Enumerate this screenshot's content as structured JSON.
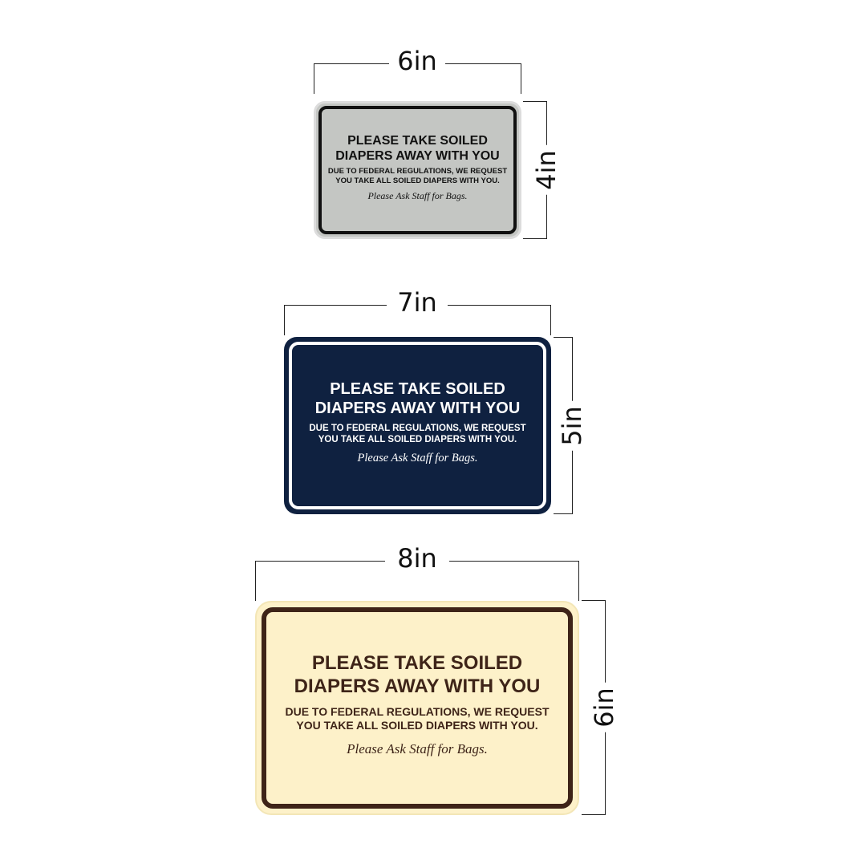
{
  "colors": {
    "background": "#ffffff",
    "dimension_line": "#222222",
    "sign_silver_bg": "#c4c6c3",
    "sign_silver_border": "#111111",
    "sign_silver_text": "#111111",
    "sign_navy_bg": "#0f2140",
    "sign_navy_border": "#ffffff",
    "sign_navy_text": "#ffffff",
    "sign_ivory_bg": "#fdf1c9",
    "sign_ivory_border": "#3e2418",
    "sign_ivory_text": "#3e2418"
  },
  "signs": [
    {
      "width_label": "6in",
      "height_label": "4in",
      "title_line1": "PLEASE TAKE SOILED",
      "title_line2": "DIAPERS AWAY WITH YOU",
      "body_line1": "DUE TO FEDERAL REGULATIONS, WE REQUEST",
      "body_line2": "YOU TAKE ALL SOILED DIAPERS WITH YOU.",
      "note": "Please Ask Staff for Bags."
    },
    {
      "width_label": "7in",
      "height_label": "5in",
      "title_line1": "PLEASE TAKE SOILED",
      "title_line2": "DIAPERS AWAY WITH YOU",
      "body_line1": "DUE TO FEDERAL REGULATIONS, WE REQUEST",
      "body_line2": "YOU TAKE ALL SOILED DIAPERS WITH YOU.",
      "note": "Please Ask Staff for Bags."
    },
    {
      "width_label": "8in",
      "height_label": "6in",
      "title_line1": "PLEASE TAKE SOILED",
      "title_line2": "DIAPERS AWAY WITH YOU",
      "body_line1": "DUE TO FEDERAL REGULATIONS, WE REQUEST",
      "body_line2": "YOU TAKE ALL SOILED DIAPERS WITH YOU.",
      "note": "Please Ask Staff for Bags."
    }
  ]
}
